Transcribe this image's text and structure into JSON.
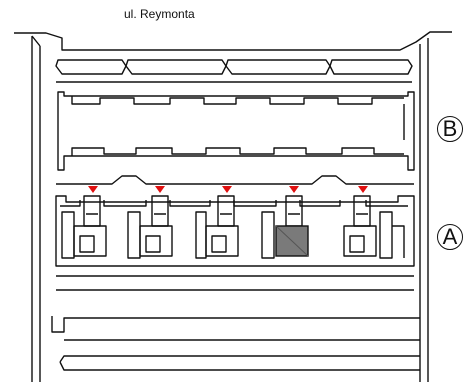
{
  "street_name": "ul. Reymonta",
  "building_labels": {
    "north": "B",
    "south": "A"
  },
  "colors": {
    "lines": "#111111",
    "marker": "#e01010",
    "highlight_fill": "#7a7a7a",
    "background": "#ffffff"
  },
  "entrances": [
    {
      "id": 1,
      "highlighted": false
    },
    {
      "id": 2,
      "highlighted": false
    },
    {
      "id": 3,
      "highlighted": false
    },
    {
      "id": 4,
      "highlighted": true
    },
    {
      "id": 5,
      "highlighted": false
    }
  ],
  "icons": {
    "entrance_marker": "red-down-triangle"
  }
}
